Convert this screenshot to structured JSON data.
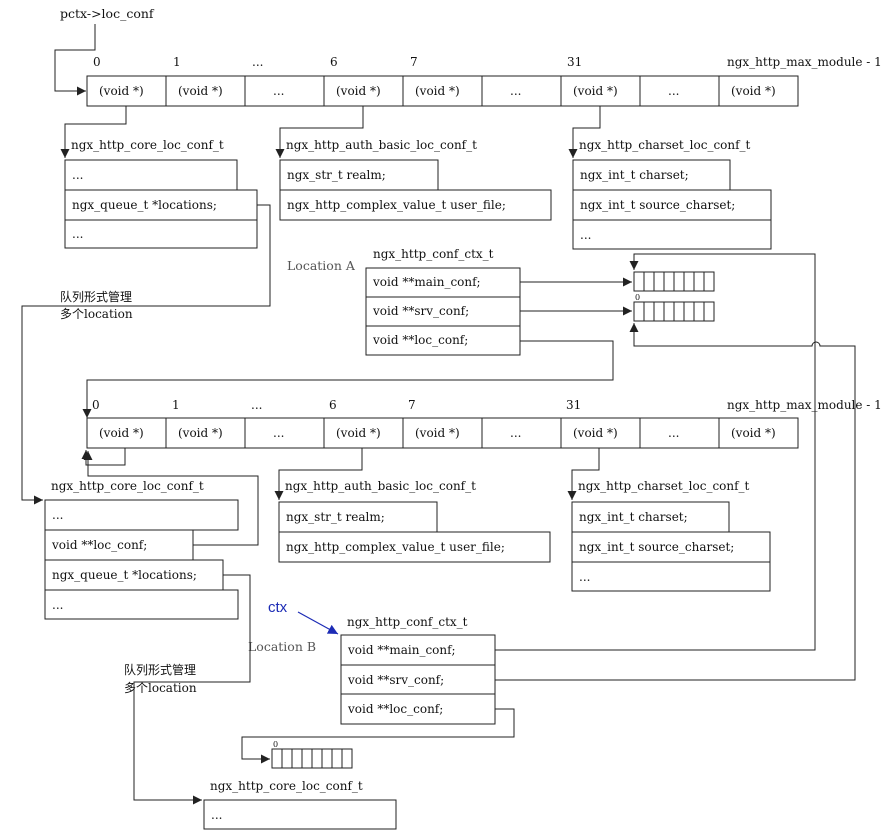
{
  "colors": {
    "ink": "#222222",
    "ctx_arrow": "#1c2bb5"
  },
  "pctx_label": "pctx->loc_conf",
  "module_array_top": {
    "indices": [
      "0",
      "1",
      "...",
      "6",
      "7",
      "31",
      "ngx_http_max_module - 1"
    ],
    "cells": [
      "(void *)",
      "(void *)",
      "...",
      "(void *)",
      "(void *)",
      "...",
      "(void *)",
      "...",
      "(void *)"
    ]
  },
  "module_array_bottom": {
    "indices": [
      "0",
      "1",
      "...",
      "6",
      "7",
      "31",
      "ngx_http_max_module - 1"
    ],
    "cells": [
      "(void *)",
      "(void *)",
      "...",
      "(void *)",
      "(void *)",
      "...",
      "(void *)",
      "...",
      "(void *)"
    ]
  },
  "core_loc_conf_a": {
    "title": "ngx_http_core_loc_conf_t",
    "rows": [
      "...",
      "ngx_queue_t *locations;",
      "..."
    ]
  },
  "auth_basic_a": {
    "title": "ngx_http_auth_basic_loc_conf_t",
    "rows": [
      "ngx_str_t realm;",
      "ngx_http_complex_value_t user_file;"
    ]
  },
  "charset_a": {
    "title": "ngx_http_charset_loc_conf_t",
    "rows": [
      "ngx_int_t charset;",
      "ngx_int_t source_charset;",
      "..."
    ]
  },
  "location_a_label": "Location A",
  "conf_ctx_a": {
    "title": "ngx_http_conf_ctx_t",
    "rows": [
      "void **main_conf;",
      "void **srv_conf;",
      "void **loc_conf;"
    ]
  },
  "queue_note_a": [
    "队列形式管理",
    "多个location"
  ],
  "core_loc_conf_b": {
    "title": "ngx_http_core_loc_conf_t",
    "rows": [
      "...",
      "void **loc_conf;",
      "ngx_queue_t *locations;",
      "..."
    ]
  },
  "auth_basic_b": {
    "title": "ngx_http_auth_basic_loc_conf_t",
    "rows": [
      "ngx_str_t realm;",
      "ngx_http_complex_value_t user_file;"
    ]
  },
  "charset_b": {
    "title": "ngx_http_charset_loc_conf_t",
    "rows": [
      "ngx_int_t charset;",
      "ngx_int_t source_charset;",
      "..."
    ]
  },
  "ctx_label": "ctx",
  "location_b_label": "Location B",
  "conf_ctx_b": {
    "title": "ngx_http_conf_ctx_t",
    "rows": [
      "void **main_conf;",
      "void **srv_conf;",
      "void **loc_conf;"
    ]
  },
  "queue_note_b": [
    "队列形式管理",
    "多个location"
  ],
  "core_loc_conf_c": {
    "title": "ngx_http_core_loc_conf_t",
    "rows": [
      "..."
    ]
  },
  "mini_array_zero": "0"
}
